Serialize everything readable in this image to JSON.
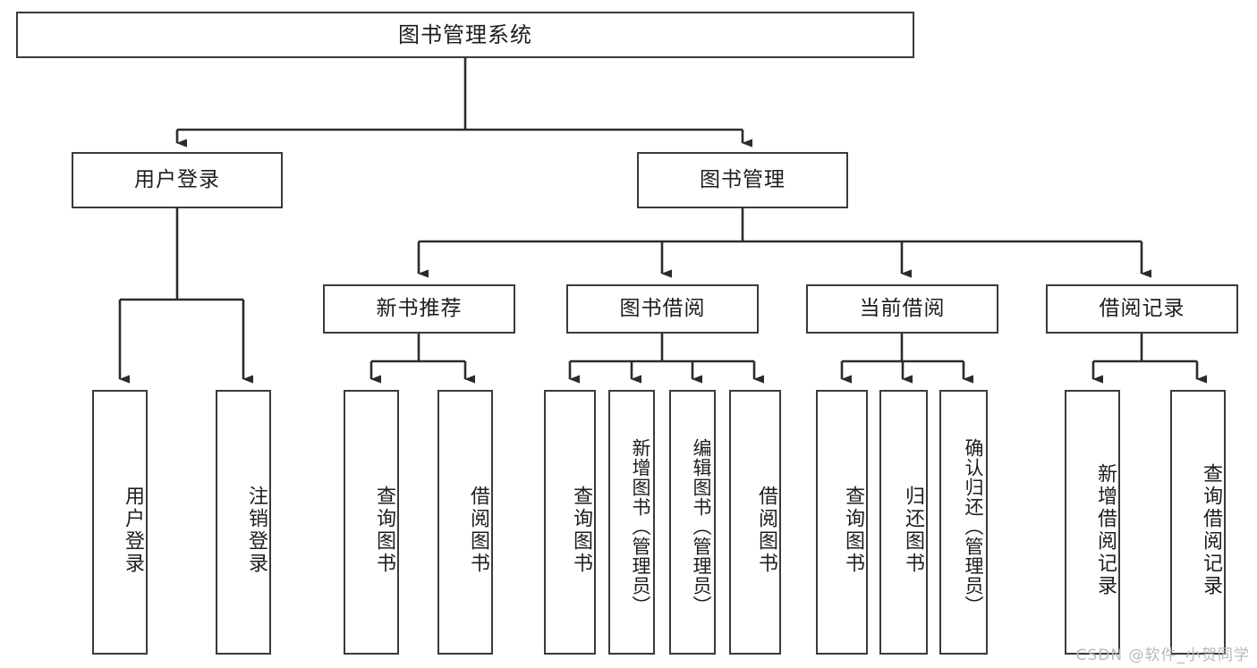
{
  "diagram": {
    "title": "图书管理系统",
    "type": "tree-hierarchy",
    "root": {
      "label": "图书管理系统"
    },
    "level2": [
      {
        "label": "用户登录"
      },
      {
        "label": "图书管理"
      }
    ],
    "level3": [
      {
        "label": "新书推荐"
      },
      {
        "label": "图书借阅"
      },
      {
        "label": "当前借阅"
      },
      {
        "label": "借阅记录"
      }
    ],
    "leaves": {
      "user_login": [
        {
          "label": "用户登录"
        },
        {
          "label": "注销登录"
        }
      ],
      "new_book_recommend": [
        {
          "label": "查询图书"
        },
        {
          "label": "借阅图书"
        }
      ],
      "book_borrow": [
        {
          "label": "查询图书"
        },
        {
          "label": "新增图书（管理员）"
        },
        {
          "label": "编辑图书（管理员）"
        },
        {
          "label": "借阅图书"
        }
      ],
      "current_borrow": [
        {
          "label": "查询图书"
        },
        {
          "label": "归还图书"
        },
        {
          "label": "确认归还（管理员）"
        }
      ],
      "borrow_record": [
        {
          "label": "新增借阅记录"
        },
        {
          "label": "查询借阅记录"
        }
      ]
    },
    "watermark": "CSDN @软件_小贺同学",
    "colors": {
      "border": "#3a3a3a",
      "background": "#ffffff",
      "text": "#1d1d1d",
      "connector": "#2b2b2b",
      "watermark": "#b9b9b9"
    }
  }
}
